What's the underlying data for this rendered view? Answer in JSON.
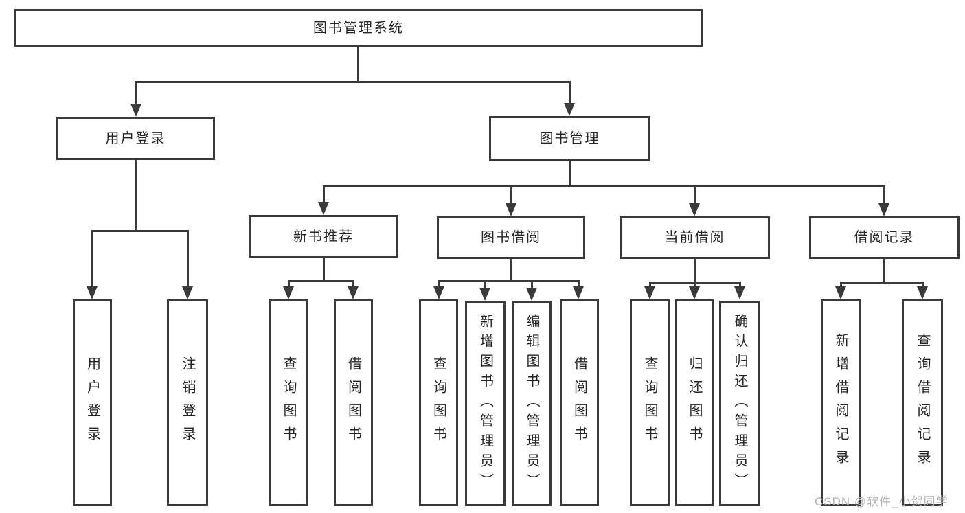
{
  "colors": {
    "line": "#3a3a3a",
    "text": "#262626",
    "background": "#ffffff",
    "watermark": "#b3b3b3"
  },
  "diagram": {
    "root": {
      "label": "图书管理系统"
    },
    "branches": [
      {
        "label": "用户登录",
        "children": [
          {
            "label": "用户登录"
          },
          {
            "label": "注销登录"
          }
        ]
      },
      {
        "label": "图书管理",
        "children": [
          {
            "label": "新书推荐",
            "children": [
              {
                "label": "查询图书"
              },
              {
                "label": "借阅图书"
              }
            ]
          },
          {
            "label": "图书借阅",
            "children": [
              {
                "label": "查询图书"
              },
              {
                "label": "新增图书（管理员）"
              },
              {
                "label": "编辑图书（管理员）"
              },
              {
                "label": "借阅图书"
              }
            ]
          },
          {
            "label": "当前借阅",
            "children": [
              {
                "label": "查询图书"
              },
              {
                "label": "归还图书"
              },
              {
                "label": "确认归还（管理员）"
              }
            ]
          },
          {
            "label": "借阅记录",
            "children": [
              {
                "label": "新增借阅记录"
              },
              {
                "label": "查询借阅记录"
              }
            ]
          }
        ]
      }
    ]
  },
  "watermark": {
    "text": "CSDN @软件_小贺同学"
  }
}
